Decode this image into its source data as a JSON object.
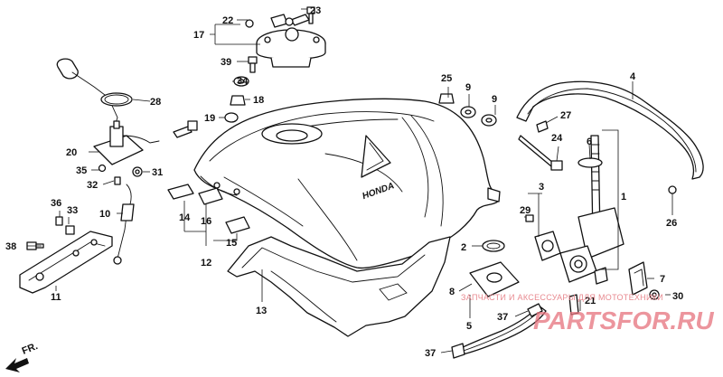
{
  "diagram": {
    "brand_mark": "HONDA",
    "direction_label": "FR.",
    "watermark": {
      "caption": "ЗАПЧАСТИ И АКСЕССУАРЫ ДЛЯ МОТОТЕХНИКИ",
      "logo": "PARTSFOR.RU"
    },
    "callouts": [
      {
        "id": "c1",
        "label": "1"
      },
      {
        "id": "c2",
        "label": "2"
      },
      {
        "id": "c3",
        "label": "3"
      },
      {
        "id": "c4",
        "label": "4"
      },
      {
        "id": "c5",
        "label": "5"
      },
      {
        "id": "c6",
        "label": "6"
      },
      {
        "id": "c7",
        "label": "7"
      },
      {
        "id": "c8",
        "label": "8"
      },
      {
        "id": "c9a",
        "label": "9"
      },
      {
        "id": "c9b",
        "label": "9"
      },
      {
        "id": "c10",
        "label": "10"
      },
      {
        "id": "c11",
        "label": "11"
      },
      {
        "id": "c12",
        "label": "12"
      },
      {
        "id": "c13",
        "label": "13"
      },
      {
        "id": "c14",
        "label": "14"
      },
      {
        "id": "c15",
        "label": "15"
      },
      {
        "id": "c16",
        "label": "16"
      },
      {
        "id": "c17",
        "label": "17"
      },
      {
        "id": "c18",
        "label": "18"
      },
      {
        "id": "c19",
        "label": "19"
      },
      {
        "id": "c20",
        "label": "20"
      },
      {
        "id": "c21",
        "label": "21"
      },
      {
        "id": "c22",
        "label": "22"
      },
      {
        "id": "c23",
        "label": "23"
      },
      {
        "id": "c24",
        "label": "24"
      },
      {
        "id": "c25",
        "label": "25"
      },
      {
        "id": "c26",
        "label": "26"
      },
      {
        "id": "c27",
        "label": "27"
      },
      {
        "id": "c28",
        "label": "28"
      },
      {
        "id": "c29",
        "label": "29"
      },
      {
        "id": "c30",
        "label": "30"
      },
      {
        "id": "c31",
        "label": "31"
      },
      {
        "id": "c32",
        "label": "32"
      },
      {
        "id": "c33",
        "label": "33"
      },
      {
        "id": "c34",
        "label": "34"
      },
      {
        "id": "c35",
        "label": "35"
      },
      {
        "id": "c36",
        "label": "36"
      },
      {
        "id": "c37a",
        "label": "37"
      },
      {
        "id": "c37b",
        "label": "37"
      },
      {
        "id": "c38",
        "label": "38"
      },
      {
        "id": "c39",
        "label": "39"
      }
    ]
  }
}
